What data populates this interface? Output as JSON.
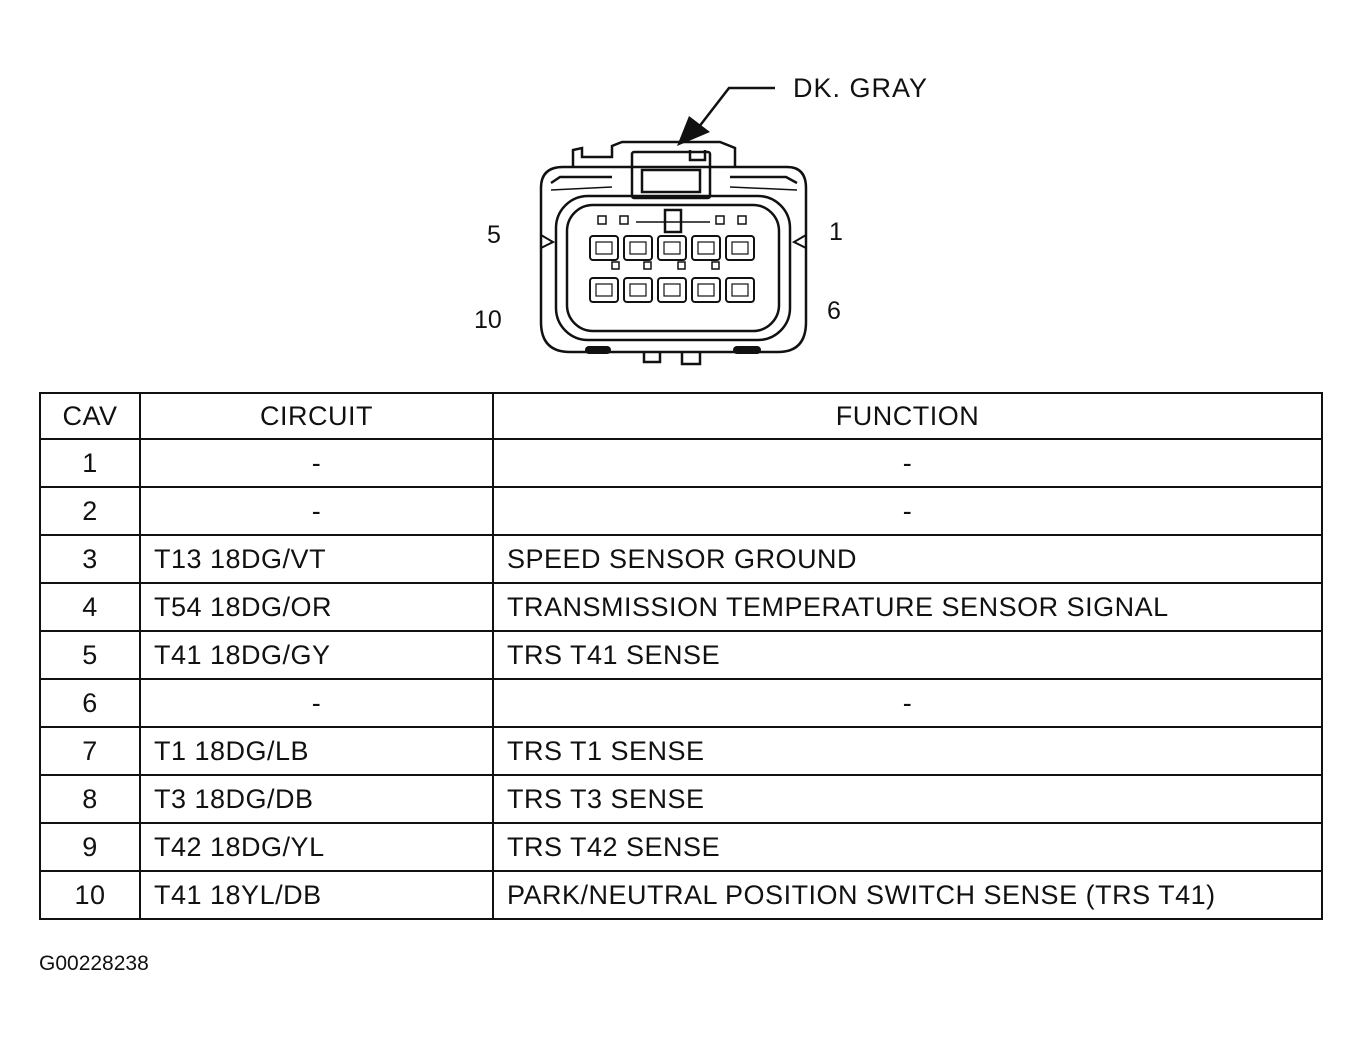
{
  "connector": {
    "color_label": "DK. GRAY",
    "cavity_labels": {
      "top_left": "5",
      "top_right": "1",
      "bottom_left": "10",
      "bottom_right": "6"
    }
  },
  "table": {
    "headers": [
      "CAV",
      "CIRCUIT",
      "FUNCTION"
    ],
    "rows": [
      {
        "cav": "1",
        "circuit": "-",
        "function": "-"
      },
      {
        "cav": "2",
        "circuit": "-",
        "function": "-"
      },
      {
        "cav": "3",
        "circuit": "T13 18DG/VT",
        "function": "SPEED SENSOR GROUND"
      },
      {
        "cav": "4",
        "circuit": "T54 18DG/OR",
        "function": "TRANSMISSION TEMPERATURE SENSOR SIGNAL"
      },
      {
        "cav": "5",
        "circuit": "T41 18DG/GY",
        "function": "TRS T41 SENSE"
      },
      {
        "cav": "6",
        "circuit": "-",
        "function": "-"
      },
      {
        "cav": "7",
        "circuit": "T1 18DG/LB",
        "function": "TRS T1 SENSE"
      },
      {
        "cav": "8",
        "circuit": "T3 18DG/DB",
        "function": "TRS T3 SENSE"
      },
      {
        "cav": "9",
        "circuit": "T42 18DG/YL",
        "function": "TRS T42 SENSE"
      },
      {
        "cav": "10",
        "circuit": "T41 18YL/DB",
        "function": "PARK/NEUTRAL POSITION SWITCH SENSE (TRS T41)"
      }
    ]
  },
  "figure_code": "G00228238"
}
